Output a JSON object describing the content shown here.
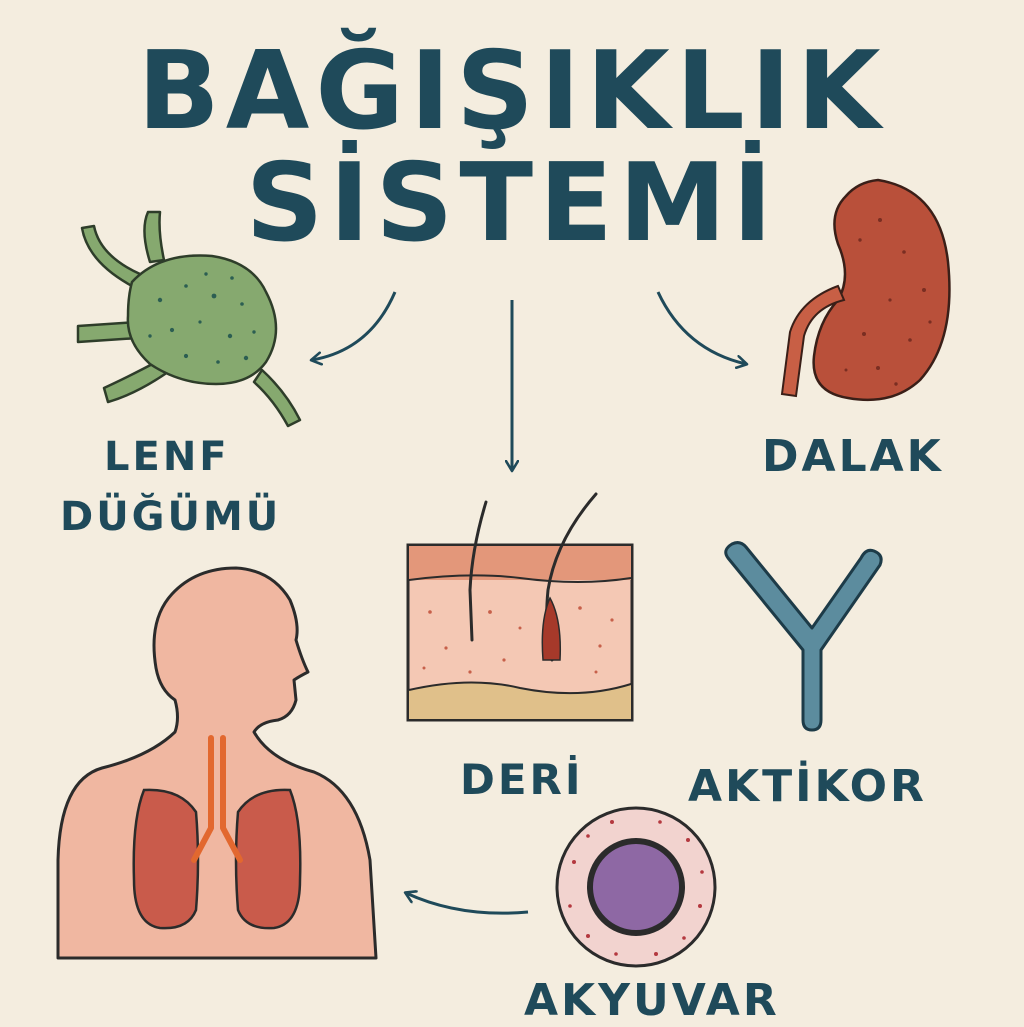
{
  "title": {
    "line1": "BAĞIŞIKLIK",
    "line2": "SİSTEMİ"
  },
  "labels": {
    "lymph_node_line1": "LENF",
    "lymph_node_line2": "DÜĞÜMÜ",
    "spleen": "DALAK",
    "skin": "DERİ",
    "antibody": "AKTİKOR",
    "white_blood_cell": "AKYUVAR"
  },
  "colors": {
    "background": "#f4eddf",
    "text": "#1f4a5a",
    "lymph_node": "#86a96f",
    "spleen": "#b9503a",
    "skin": "#f2c3ad",
    "antibody": "#5c8c9e",
    "white_cell_outer": "#f2d3cf",
    "white_cell_nucleus": "#8e68a4",
    "body": "#f0b7a1",
    "lungs": "#c95b4b",
    "trachea": "#e2682f"
  }
}
